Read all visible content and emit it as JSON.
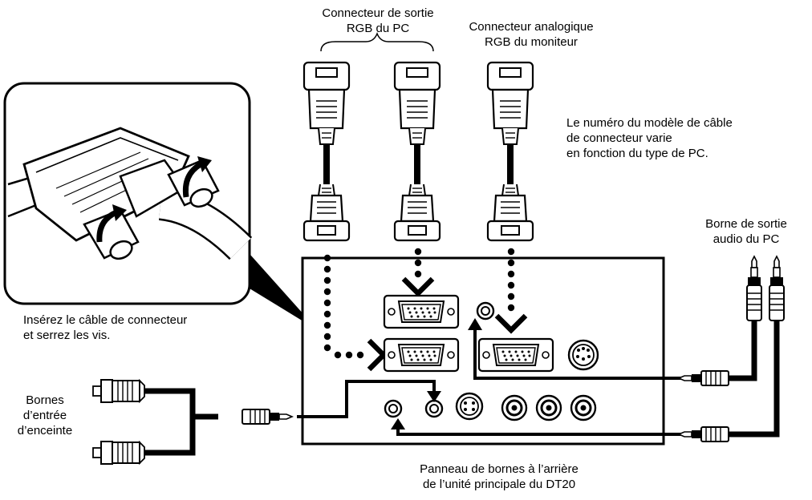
{
  "labels": {
    "pc_rgb_output_line1": "Connecteur de sortie",
    "pc_rgb_output_line2": "RGB du PC",
    "monitor_rgb_line1": "Connecteur analogique",
    "monitor_rgb_line2": "RGB du moniteur",
    "cable_note_line1": "Le numéro du modèle de câble",
    "cable_note_line2": "de connecteur varie",
    "cable_note_line3": "en fonction du type de PC.",
    "audio_out_line1": "Borne de sortie",
    "audio_out_line2": "audio du PC",
    "insert_line1": "Insérez le câble de connecteur",
    "insert_line2": "et serrez les vis.",
    "speaker_line1": "Bornes",
    "speaker_line2": "d’entrée",
    "speaker_line3": "d’enceinte",
    "panel_line1": "Panneau de bornes à l’arrière",
    "panel_line2": "de l’unité principale du DT20"
  },
  "colors": {
    "ink": "#000000",
    "paper": "#ffffff"
  }
}
